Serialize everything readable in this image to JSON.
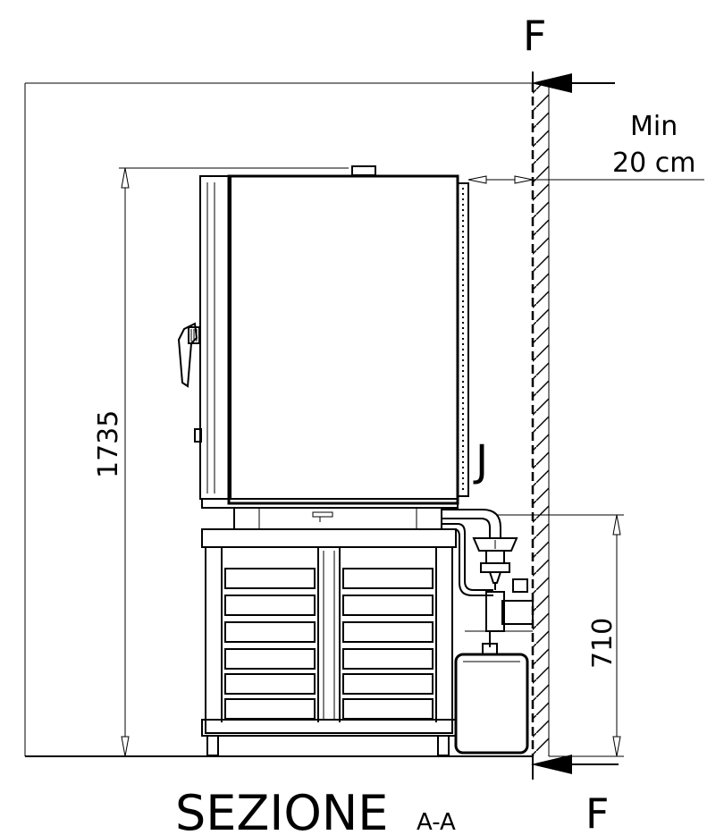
{
  "section_marker_top": "F",
  "section_marker_bottom": "F",
  "clearance_label_line1": "Min",
  "clearance_label_line2": "20 cm",
  "callout_letter": "J",
  "dimension_total_height": "1735",
  "dimension_stand_height": "710",
  "section_title": "SEZIONE",
  "section_title_suffix": "A-A"
}
